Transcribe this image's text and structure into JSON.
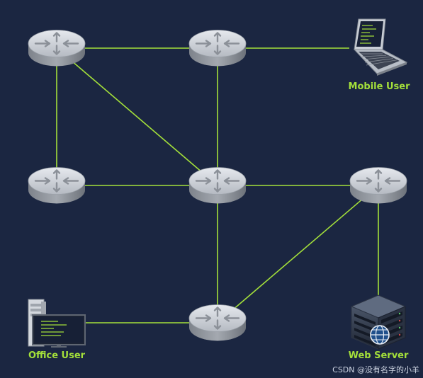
{
  "colors": {
    "background": "#1b2641",
    "link": "#a4e03a",
    "label": "#a4e03a",
    "router_top": "#cfd3d9",
    "router_side": "#8d9299"
  },
  "nodes": [
    {
      "id": "r1",
      "type": "router",
      "icon": "router-icon"
    },
    {
      "id": "r2",
      "type": "router",
      "icon": "router-icon"
    },
    {
      "id": "r3",
      "type": "router",
      "icon": "router-icon"
    },
    {
      "id": "r4",
      "type": "router",
      "icon": "router-icon"
    },
    {
      "id": "r5",
      "type": "router",
      "icon": "router-icon"
    },
    {
      "id": "r6",
      "type": "router",
      "icon": "router-icon"
    },
    {
      "id": "mobile",
      "type": "laptop",
      "icon": "laptop-icon",
      "label": "Mobile User"
    },
    {
      "id": "office",
      "type": "desktop",
      "icon": "desktop-pc-icon",
      "label": "Office User"
    },
    {
      "id": "web",
      "type": "server",
      "icon": "web-server-icon",
      "label": "Web Server"
    }
  ],
  "links": [
    [
      "r1",
      "r2"
    ],
    [
      "r2",
      "mobile"
    ],
    [
      "r1",
      "r3"
    ],
    [
      "r1",
      "r4"
    ],
    [
      "r2",
      "r4"
    ],
    [
      "r3",
      "r4"
    ],
    [
      "r4",
      "r5"
    ],
    [
      "r4",
      "r6"
    ],
    [
      "r5",
      "r6"
    ],
    [
      "r5",
      "web"
    ],
    [
      "r6",
      "office"
    ]
  ],
  "labels": {
    "mobile": "Mobile User",
    "office": "Office User",
    "web": "Web Server"
  },
  "watermark": "CSDN @没有名字的小羊"
}
